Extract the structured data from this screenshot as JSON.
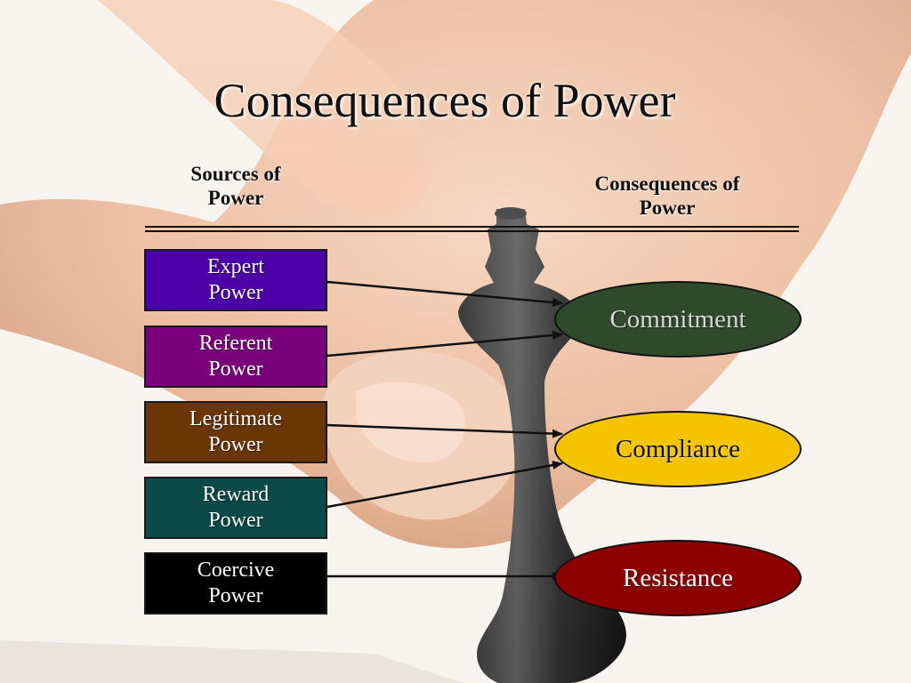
{
  "slide": {
    "title": "Consequences of Power",
    "sources_heading": [
      "Sources of",
      "Power"
    ],
    "consequences_heading": [
      "Consequences of",
      "Power"
    ]
  },
  "sources": [
    {
      "line1": "Expert",
      "line2": "Power",
      "color": "#4b00a8"
    },
    {
      "line1": "Referent",
      "line2": "Power",
      "color": "#7a007a"
    },
    {
      "line1": "Legitimate",
      "line2": "Power",
      "color": "#6b3605"
    },
    {
      "line1": "Reward",
      "line2": "Power",
      "color": "#0c4a4a"
    },
    {
      "line1": "Coercive",
      "line2": "Power",
      "color": "#000000"
    }
  ],
  "consequences": [
    {
      "label": "Commitment",
      "color": "#2e4a2a",
      "text_color": "#d8d8d8"
    },
    {
      "label": "Compliance",
      "color": "#f5c400",
      "text_color": "#111111"
    },
    {
      "label": "Resistance",
      "color": "#8c0000",
      "text_color": "#ffffff"
    }
  ],
  "links": [
    {
      "from": 0,
      "to": 0
    },
    {
      "from": 1,
      "to": 0
    },
    {
      "from": 2,
      "to": 1
    },
    {
      "from": 3,
      "to": 1
    },
    {
      "from": 4,
      "to": 2
    }
  ]
}
